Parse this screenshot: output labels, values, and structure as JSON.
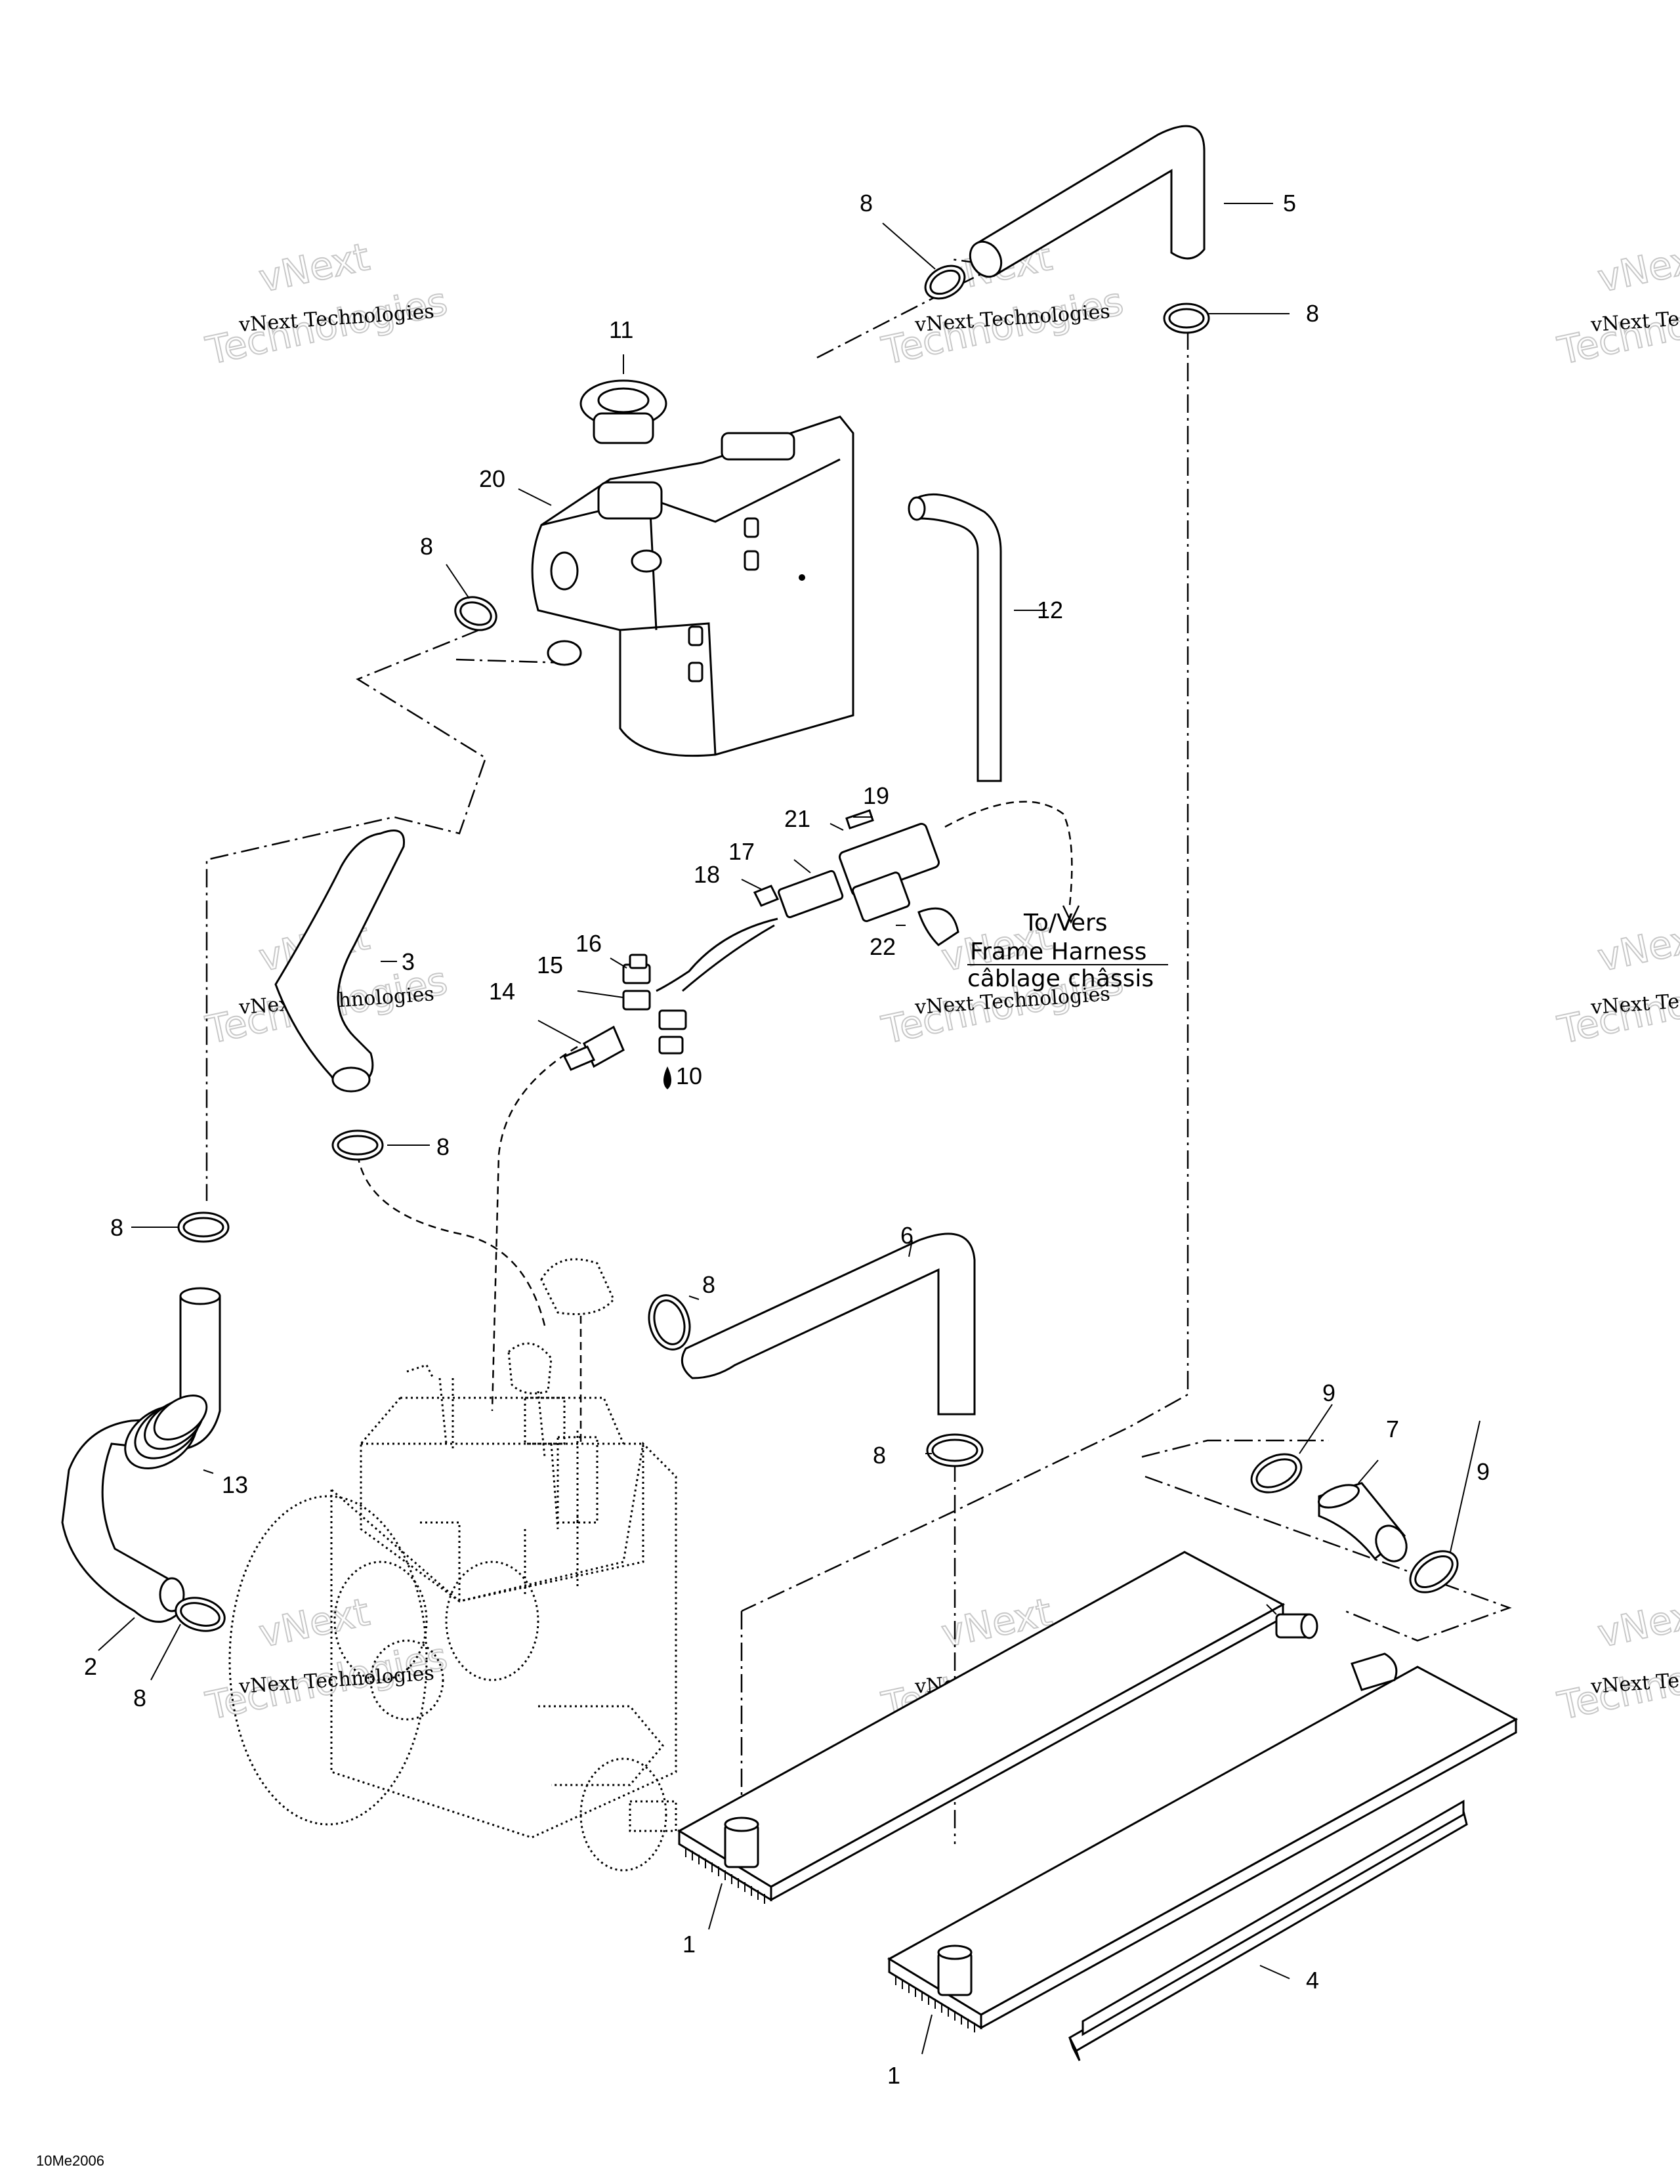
{
  "callouts": [
    {
      "id": "c1a",
      "label": "1"
    },
    {
      "id": "c1b",
      "label": "1"
    },
    {
      "id": "c2",
      "label": "2"
    },
    {
      "id": "c3",
      "label": "3"
    },
    {
      "id": "c4",
      "label": "4"
    },
    {
      "id": "c5",
      "label": "5"
    },
    {
      "id": "c6",
      "label": "6"
    },
    {
      "id": "c7",
      "label": "7"
    },
    {
      "id": "c8a",
      "label": "8"
    },
    {
      "id": "c8b",
      "label": "8"
    },
    {
      "id": "c8c",
      "label": "8"
    },
    {
      "id": "c8d",
      "label": "8"
    },
    {
      "id": "c8e",
      "label": "8"
    },
    {
      "id": "c8f",
      "label": "8"
    },
    {
      "id": "c8g",
      "label": "8"
    },
    {
      "id": "c8h",
      "label": "8"
    },
    {
      "id": "c9a",
      "label": "9"
    },
    {
      "id": "c9b",
      "label": "9"
    },
    {
      "id": "c10",
      "label": "10"
    },
    {
      "id": "c11",
      "label": "11"
    },
    {
      "id": "c12",
      "label": "12"
    },
    {
      "id": "c13",
      "label": "13"
    },
    {
      "id": "c14",
      "label": "14"
    },
    {
      "id": "c15",
      "label": "15"
    },
    {
      "id": "c16",
      "label": "16"
    },
    {
      "id": "c17",
      "label": "17"
    },
    {
      "id": "c18",
      "label": "18"
    },
    {
      "id": "c19",
      "label": "19"
    },
    {
      "id": "c20",
      "label": "20"
    },
    {
      "id": "c21",
      "label": "21"
    },
    {
      "id": "c22",
      "label": "22"
    }
  ],
  "harness_note": {
    "line1": "To/Vers",
    "line2": "Frame Harness",
    "line3": "câblage châssis"
  },
  "watermark": {
    "small": "vNext Technologies",
    "big_top": "vNext",
    "big_bottom": "Technologies"
  },
  "figure_ref": "10Me2006"
}
